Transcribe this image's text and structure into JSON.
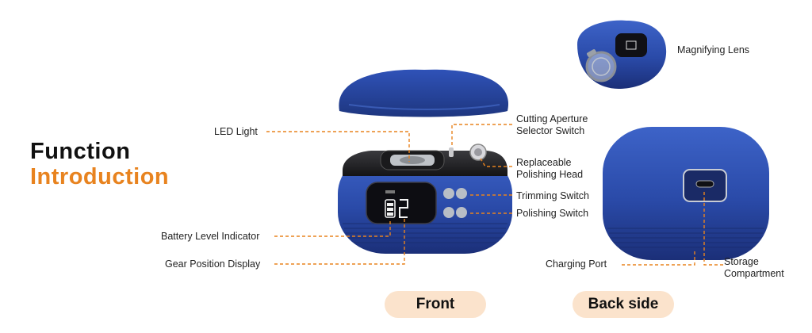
{
  "heading": {
    "line1": "Function",
    "line2": "Introduction"
  },
  "labels": {
    "magnifying_lens": "Magnifying Lens",
    "led_light": "LED Light",
    "cutting_aperture": "Cutting Aperture\nSelector Switch",
    "cutting_aperture_1": "Cutting Aperture",
    "cutting_aperture_2": "Selector Switch",
    "polishing_head_1": "Replaceable",
    "polishing_head_2": "Polishing Head",
    "trimming_switch": "Trimming Switch",
    "polishing_switch": "Polishing Switch",
    "battery_level": "Battery Level Indicator",
    "gear_position": "Gear Position Display",
    "charging_port": "Charging Port",
    "storage_1": "Storage",
    "storage_2": "Compartment"
  },
  "views": {
    "front": "Front",
    "back": "Back side"
  },
  "colors": {
    "accent": "#e8831f",
    "device_blue": "#2a4aa8",
    "leader_line": "#e8831f",
    "pill_bg": "#fbe3cc"
  }
}
